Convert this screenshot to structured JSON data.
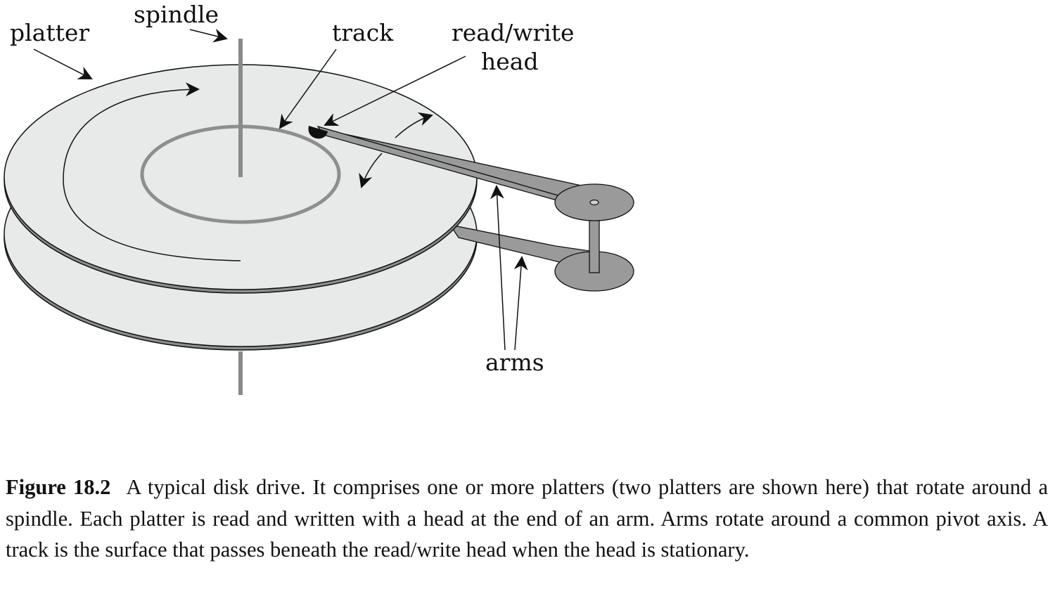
{
  "labels": {
    "spindle": "spindle",
    "platter": "platter",
    "track": "track",
    "read_write_line1": "read/write",
    "read_write_line2": "head",
    "arms": "arms"
  },
  "caption": {
    "figure_number": "Figure 18.2",
    "text": "A typical disk drive. It comprises one or more platters (two platters are shown here) that rotate around a spindle. Each platter is read and written with a head at the end of an arm. Arms rotate around a common pivot axis. A track is the surface that passes beneath the read/write head when the head is stationary."
  },
  "colors": {
    "platter_fill": "#e8e9e9",
    "platter_edge": "#8c8c8c",
    "track": "#8e8e8e",
    "arm": "#9a9a9a",
    "ink": "#111111"
  }
}
